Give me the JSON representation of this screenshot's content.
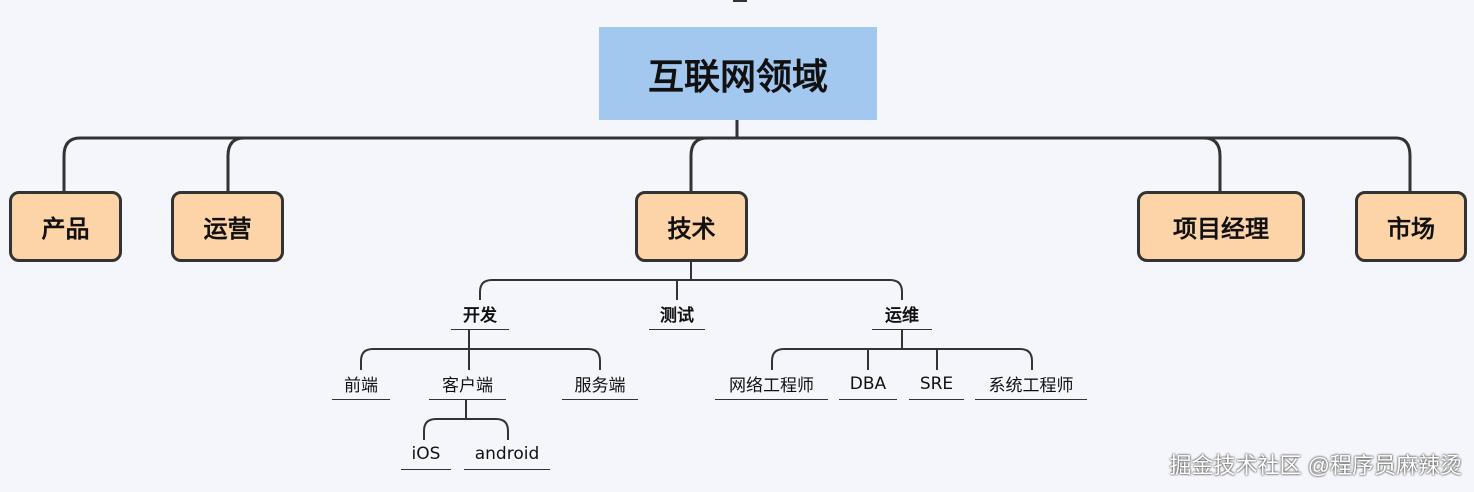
{
  "diagram": {
    "root": "互联网领域",
    "level1": {
      "product": "产品",
      "operations": "运营",
      "tech": "技术",
      "pm": "项目经理",
      "market": "市场"
    },
    "tech": {
      "dev": "开发",
      "test": "测试",
      "ops": "运维"
    },
    "dev": {
      "frontend": "前端",
      "client": "客户端",
      "server": "服务端"
    },
    "client": {
      "ios": "iOS",
      "android": "android"
    },
    "ops": {
      "network": "网络工程师",
      "dba": "DBA",
      "sre": "SRE",
      "sys": "系统工程师"
    }
  },
  "watermark": "掘金技术社区 @程序员麻辣烫",
  "colors": {
    "root": "#a3c8f0",
    "level1": "#fdd4a7",
    "line": "#333333"
  }
}
